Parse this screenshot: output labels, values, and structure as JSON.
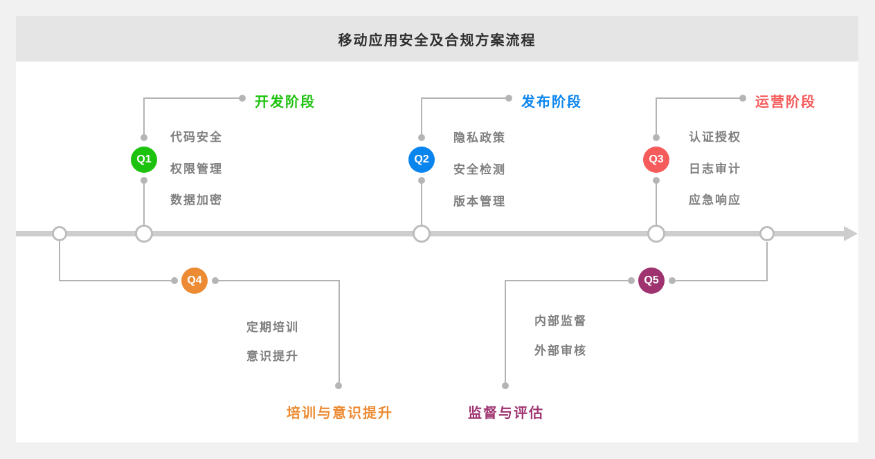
{
  "title": "移动应用安全及合规方案流程",
  "colors": {
    "q1_green": "#1dc20e",
    "q2_blue": "#0b85ee",
    "q3_red": "#f65b5b",
    "q4_orange": "#ec8b33",
    "q5_purple": "#9e3370",
    "timeline_gray": "#cdcdcd",
    "connector_gray": "#b3b3b3",
    "item_text_gray": "#7f7f7f",
    "header_bg": "#e5e5e5"
  },
  "phases": [
    {
      "badge": "Q1",
      "label": "开发阶段",
      "items": [
        "代码安全",
        "权限管理",
        "数据加密"
      ],
      "color": "#1dc20e",
      "position": "above-timeline"
    },
    {
      "badge": "Q2",
      "label": "发布阶段",
      "items": [
        "隐私政策",
        "安全检测",
        "版本管理"
      ],
      "color": "#0b85ee",
      "position": "above-timeline"
    },
    {
      "badge": "Q3",
      "label": "运营阶段",
      "items": [
        "认证授权",
        "日志审计",
        "应急响应"
      ],
      "color": "#f65b5b",
      "position": "above-timeline"
    },
    {
      "badge": "Q4",
      "label": "培训与意识提升",
      "items": [
        "定期培训",
        "意识提升"
      ],
      "color": "#ec8b33",
      "position": "below-timeline"
    },
    {
      "badge": "Q5",
      "label": "监督与评估",
      "items": [
        "内部监督",
        "外部审核"
      ],
      "color": "#9e3370",
      "position": "below-timeline"
    }
  ]
}
